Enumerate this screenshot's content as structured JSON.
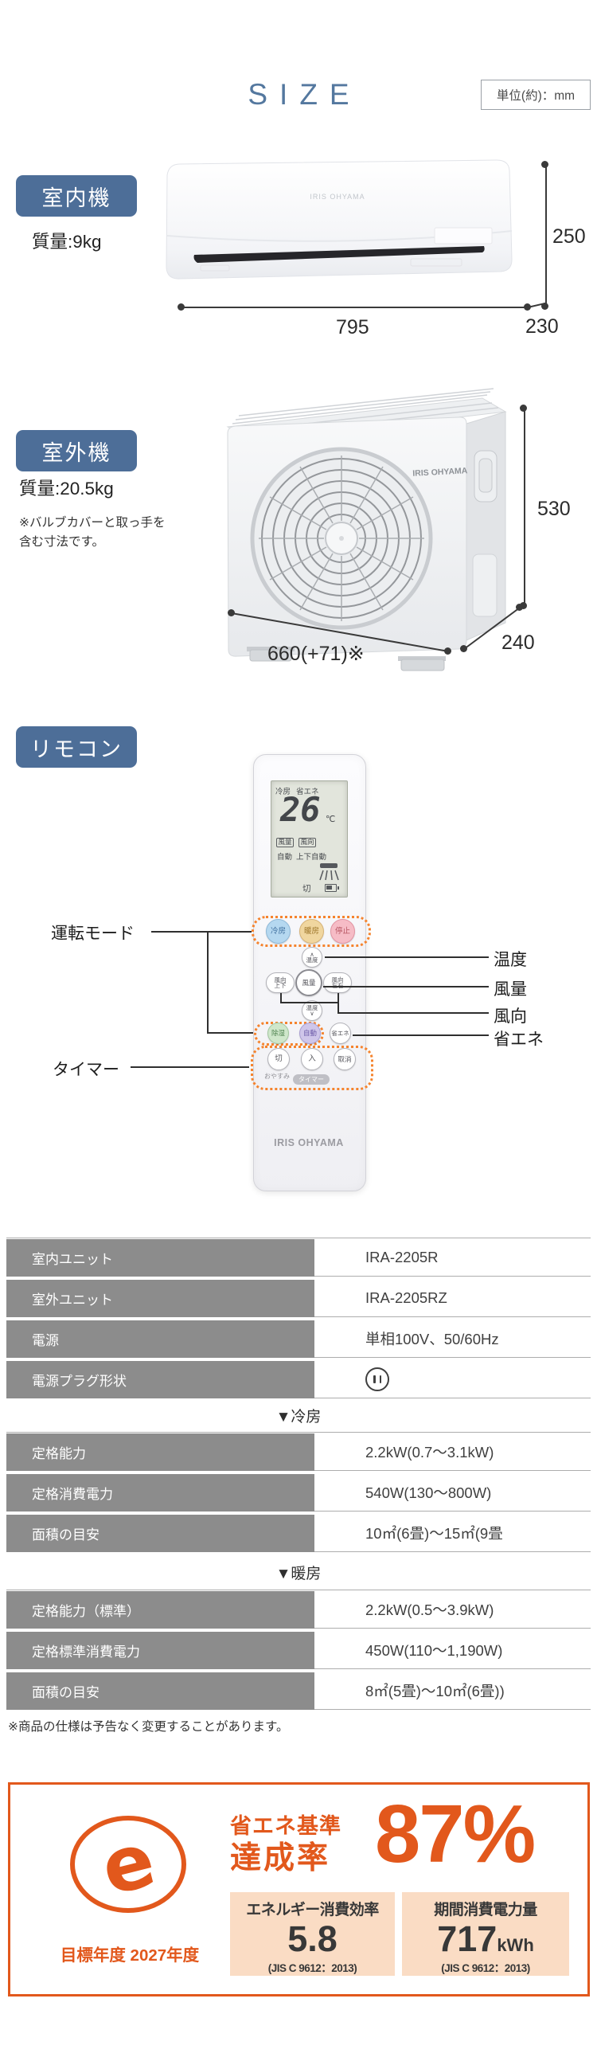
{
  "colors": {
    "accent_blue": "#4d6e98",
    "accent_orange": "#e2581c",
    "table_gray": "#8c8c8c"
  },
  "header": {
    "title": "SIZE",
    "unit_note": "単位(約)：mm"
  },
  "indoor": {
    "label": "室内機",
    "weight": "質量:9kg",
    "brand": "IRIS OHYAMA",
    "dims": {
      "width": "795",
      "height": "250",
      "depth": "230"
    }
  },
  "outdoor": {
    "label": "室外機",
    "weight": "質量:20.5kg",
    "note_line1": "※バルブカバーと取っ手を",
    "note_line2": "含む寸法です。",
    "brand": "IRIS OHYAMA",
    "dims": {
      "width": "660(+71)※",
      "height": "530",
      "depth": "240"
    }
  },
  "remote": {
    "label": "リモコン",
    "brand": "IRIS OHYAMA",
    "lcd": {
      "mode": "冷房",
      "eco": "省エネ",
      "temp": "26",
      "temp_unit": "℃",
      "fan_tag": "風量",
      "dir_tag": "風向",
      "fan_value": "自動",
      "dir_value": "上下自動",
      "power_off": "切"
    },
    "buttons": {
      "cool": "冷房",
      "heat": "暖房",
      "stop": "停止",
      "chevron_up": "∧",
      "chevron_down": "∨",
      "temp_up": "温度",
      "temp_down": "温度",
      "dir_v_line1": "風向",
      "dir_v_line2": "上下",
      "fan": "風量",
      "dir_h_line1": "風向",
      "dir_h_line2": "左右",
      "dehumidify": "除湿",
      "auto": "自動",
      "eco": "省エネ",
      "timer_off": "切",
      "timer_on": "入",
      "timer_cancel": "取消",
      "sleep": "おやすみ",
      "timer_pill": "タイマー"
    },
    "callouts": {
      "mode": "運転モード",
      "temp": "温度",
      "fan": "風量",
      "dir": "風向",
      "eco": "省エネ",
      "timer": "タイマー"
    }
  },
  "spec": {
    "basic_rows": [
      {
        "label": "室内ユニット",
        "value": "IRA-2205R"
      },
      {
        "label": "室外ユニット",
        "value": "IRA-2205RZ"
      },
      {
        "label": "電源",
        "value": "単相100V、50/60Hz"
      },
      {
        "label": "電源プラグ形状",
        "value": ""
      }
    ],
    "cooling_header": "▼冷房",
    "cooling_rows": [
      {
        "label": "定格能力",
        "value": "2.2kW(0.7～3.1kW)"
      },
      {
        "label": "定格消費電力",
        "value": "540W(130～800W)"
      },
      {
        "label": "面積の目安",
        "value": "10㎡(6畳)～15㎡(9畳"
      }
    ],
    "heating_header": "▼暖房",
    "heating_rows": [
      {
        "label": "定格能力（標準）",
        "value": "2.2kW(0.5～3.9kW)"
      },
      {
        "label": "定格標準消費電力",
        "value": "450W(110～1,190W)"
      },
      {
        "label": "面積の目安",
        "value": "8㎡(5畳)～10㎡(6畳))"
      }
    ],
    "disclaimer": "※商品の仕様は予告なく変更することがあります。"
  },
  "energy": {
    "label_line1": "省エネ基準",
    "label_line2": "達成率",
    "achievement": "87%",
    "logo_letter": "e",
    "target_year": "目標年度 2027年度",
    "cards": [
      {
        "title": "エネルギー消費効率",
        "value": "5.8",
        "unit": "",
        "standard": "(JIS C 9612：2013)"
      },
      {
        "title": "期間消費電力量",
        "value": "717",
        "unit": "kWh",
        "standard": "(JIS C 9612：2013)"
      }
    ]
  }
}
